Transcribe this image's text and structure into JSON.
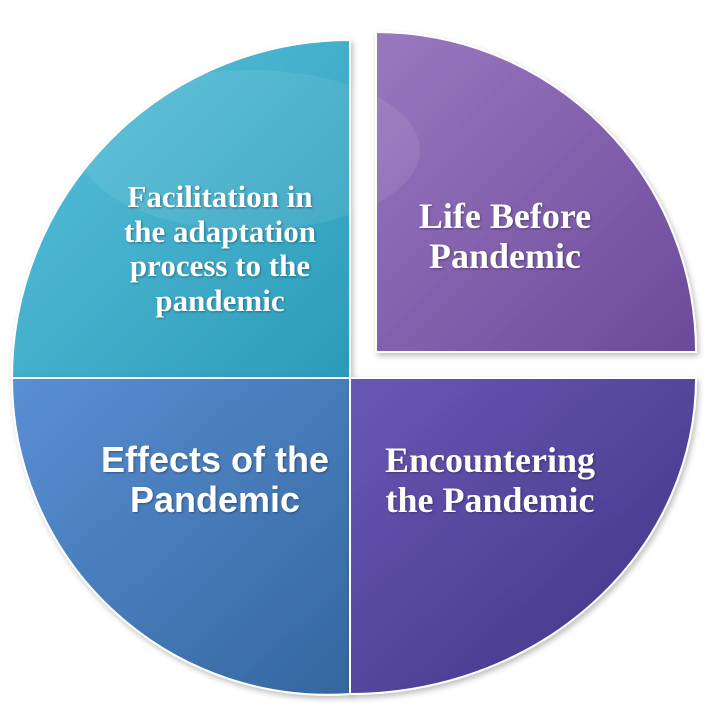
{
  "diagram": {
    "quadrants": {
      "top_left": {
        "lines": [
          "Facilitation in",
          "the adaptation",
          "process to the",
          "pandemic"
        ],
        "color_light": "#5cc3dd",
        "color_dark": "#2a9bb9"
      },
      "top_right": {
        "lines": [
          "Life Before",
          "Pandemic"
        ],
        "color_light": "#9a78c0",
        "color_dark": "#6b4a9a"
      },
      "bottom_left": {
        "lines": [
          "Effects of the",
          "Pandemic"
        ],
        "color_light": "#5a8fd4",
        "color_dark": "#33679f"
      },
      "bottom_right": {
        "lines": [
          "Encountering",
          "the Pandemic"
        ],
        "color_light": "#6a58b4",
        "color_dark": "#3e3384"
      }
    }
  }
}
